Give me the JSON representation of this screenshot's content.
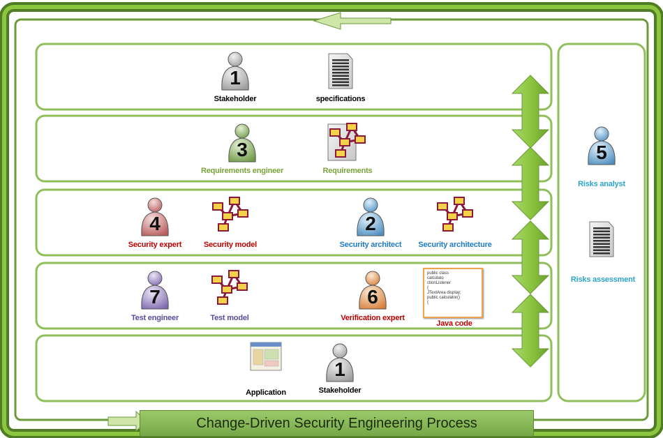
{
  "title": "Change-Driven Security Engineering Process",
  "rows": [
    {
      "items": [
        {
          "kind": "person",
          "number": "1",
          "label": "Stakeholder",
          "color": "#000000",
          "fill": "#c9c9c9"
        },
        {
          "kind": "document",
          "label": "specifications",
          "color": "#000000"
        }
      ]
    },
    {
      "items": [
        {
          "kind": "person",
          "number": "3",
          "label": "Requirements engineer",
          "color": "#7aa23a",
          "fill": "#8fb86a"
        },
        {
          "kind": "model",
          "label": "Requirements",
          "color": "#7aa23a"
        }
      ]
    },
    {
      "items": [
        {
          "kind": "person",
          "number": "4",
          "label": "Security expert",
          "color": "#c00000",
          "fill": "#d98a8a"
        },
        {
          "kind": "model",
          "label": "Security model",
          "color": "#c00000"
        },
        {
          "kind": "person",
          "number": "2",
          "label": "Security architect",
          "color": "#1f7ac2",
          "fill": "#7ab3d9"
        },
        {
          "kind": "model",
          "label": "Security architecture",
          "color": "#1f7ac2"
        }
      ]
    },
    {
      "items": [
        {
          "kind": "person",
          "number": "7",
          "label": "Test engineer",
          "color": "#5b4a9a",
          "fill": "#a594cc"
        },
        {
          "kind": "model",
          "label": "Test model",
          "color": "#5b4a9a"
        },
        {
          "kind": "person",
          "number": "6",
          "label": "Verification expert",
          "color": "#c00000",
          "fill": "#e8a060"
        },
        {
          "kind": "code",
          "label": "Java code",
          "color": "#c00000"
        }
      ]
    },
    {
      "items": [
        {
          "kind": "screenshot",
          "label": "Application",
          "color": "#000000"
        },
        {
          "kind": "person",
          "number": "1",
          "label": "Stakeholder",
          "color": "#000000",
          "fill": "#c9c9c9"
        }
      ]
    }
  ],
  "side": {
    "person": {
      "number": "5",
      "label": "Risks analyst",
      "color": "#2aa5c8",
      "fill": "#7ab3d9"
    },
    "document": {
      "label": "Risks assessment",
      "color": "#2aa5c8"
    }
  },
  "java_code_lines": [
    "public class",
    "calculato",
    "ctionListener",
    "{",
    "JTextArea display;",
    "public calculator()",
    "{"
  ],
  "colors": {
    "frame": "#6a9a3a",
    "arrow": "#8cc63f",
    "box_border": "#8fbf5a"
  }
}
